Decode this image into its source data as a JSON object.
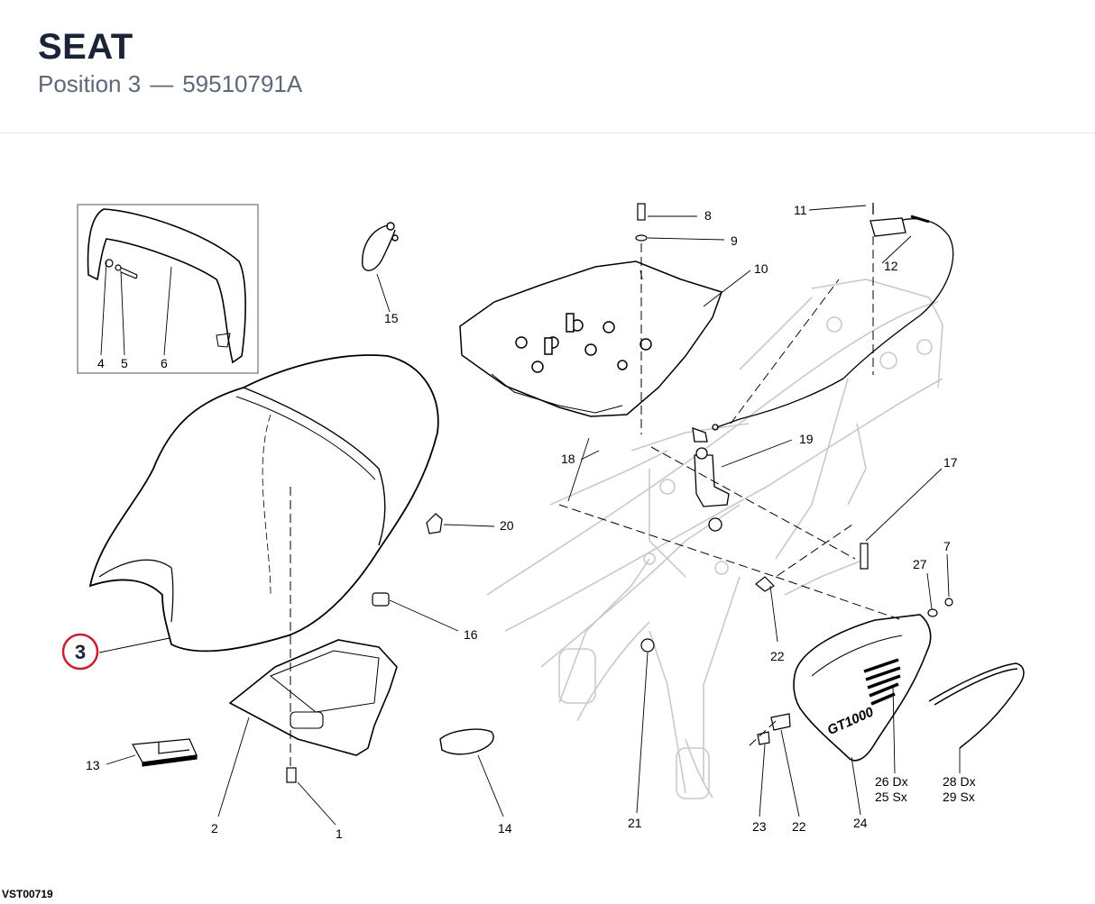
{
  "header": {
    "title": "SEAT",
    "position_label": "Position 3",
    "separator": "—",
    "part_number": "59510791A"
  },
  "diagram": {
    "highlighted_callout": "3",
    "callouts": [
      "1",
      "2",
      "3",
      "4",
      "5",
      "6",
      "7",
      "8",
      "9",
      "10",
      "11",
      "12",
      "13",
      "14",
      "15",
      "16",
      "17",
      "18",
      "19",
      "20",
      "21",
      "22",
      "22",
      "23",
      "24",
      "26 Dx",
      "25 Sx",
      "27",
      "28 Dx",
      "29 Sx"
    ],
    "decal_text": "GT1000",
    "drawing_code": "VST00719"
  },
  "colors": {
    "accent": "#c8202f",
    "title": "#1b2436",
    "subtitle": "#5d6878",
    "line": "#000000",
    "ghost": "#c9c9c9"
  }
}
